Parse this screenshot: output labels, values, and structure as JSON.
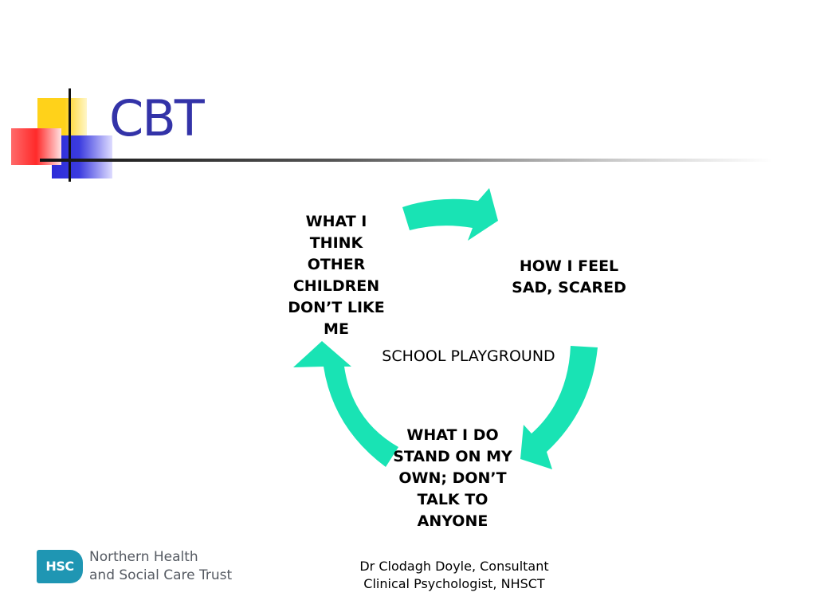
{
  "slide": {
    "title": "CBT"
  },
  "diagram": {
    "arrow_color": "#19e3b4",
    "nodes": {
      "think": "WHAT I\nTHINK\nOTHER\nCHILDREN\nDON’T LIKE\nME",
      "feel": "HOW I FEEL\nSAD, SCARED",
      "do": "WHAT I DO\nSTAND ON MY\nOWN; DON’T\nTALK TO\nANYONE"
    },
    "center_label": "SCHOOL PLAYGROUND"
  },
  "logo": {
    "badge": "HSC",
    "line1": "Northern Health",
    "line2": "and Social Care Trust",
    "color": "#1f96b3"
  },
  "footer": {
    "line1": "Dr Clodagh Doyle, Consultant",
    "line2": "Clinical Psychologist, NHSCT"
  }
}
